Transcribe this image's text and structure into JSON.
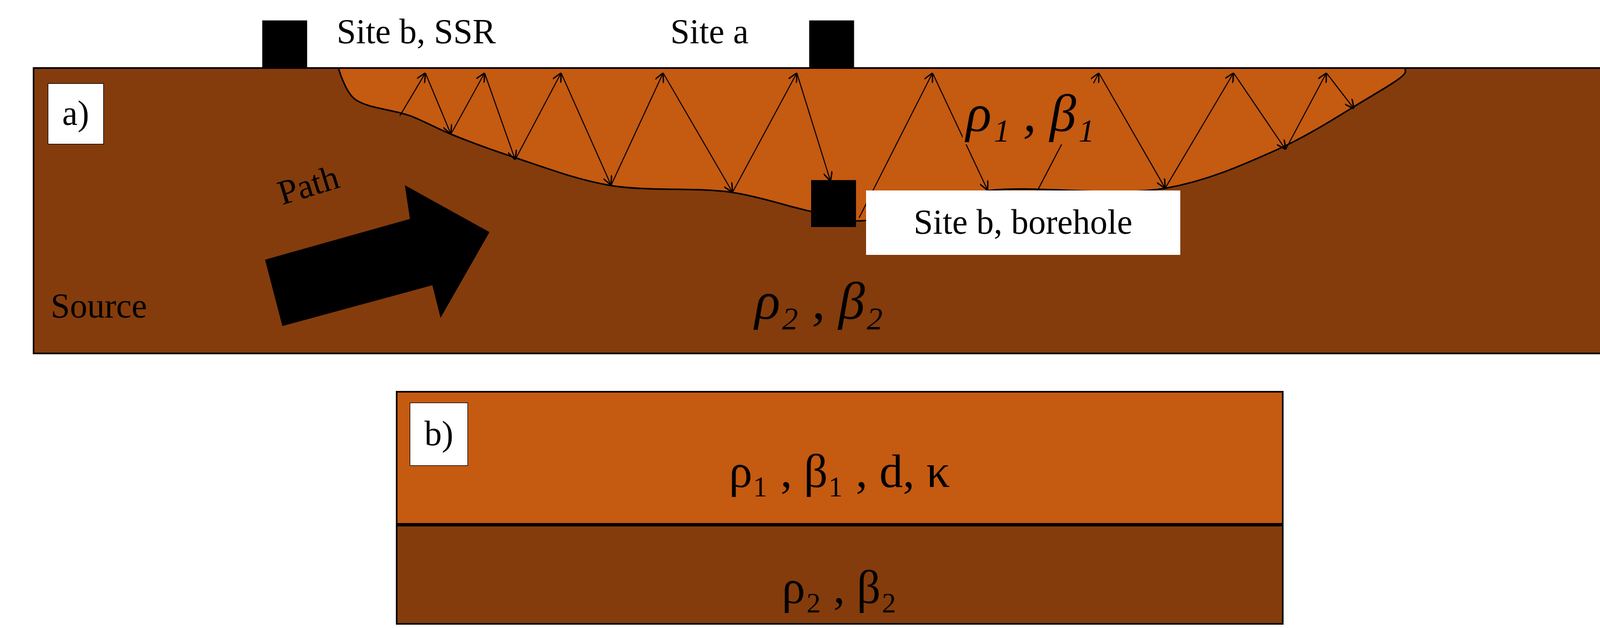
{
  "diagram": {
    "nodes": [
      {
        "text": [
          "Source",
          "ρ₂ , β₂"
        ]
      },
      {
        "text": [
          "a)"
        ],
        "in": 0
      },
      {
        "text": [
          "ρ₁ , β₁"
        ],
        "in": 0
      },
      {
        "text": [
          "Site b, borehole"
        ],
        "in": 0
      },
      {
        "text": [
          "ρ₁ , β₁ , d, κ"
        ]
      },
      {
        "text": [
          "b)"
        ],
        "in": 4
      },
      {
        "text": [
          "ρ₂ , β₂"
        ]
      }
    ],
    "labels": [
      "Site b, SSR",
      "Site a",
      "Path"
    ]
  }
}
